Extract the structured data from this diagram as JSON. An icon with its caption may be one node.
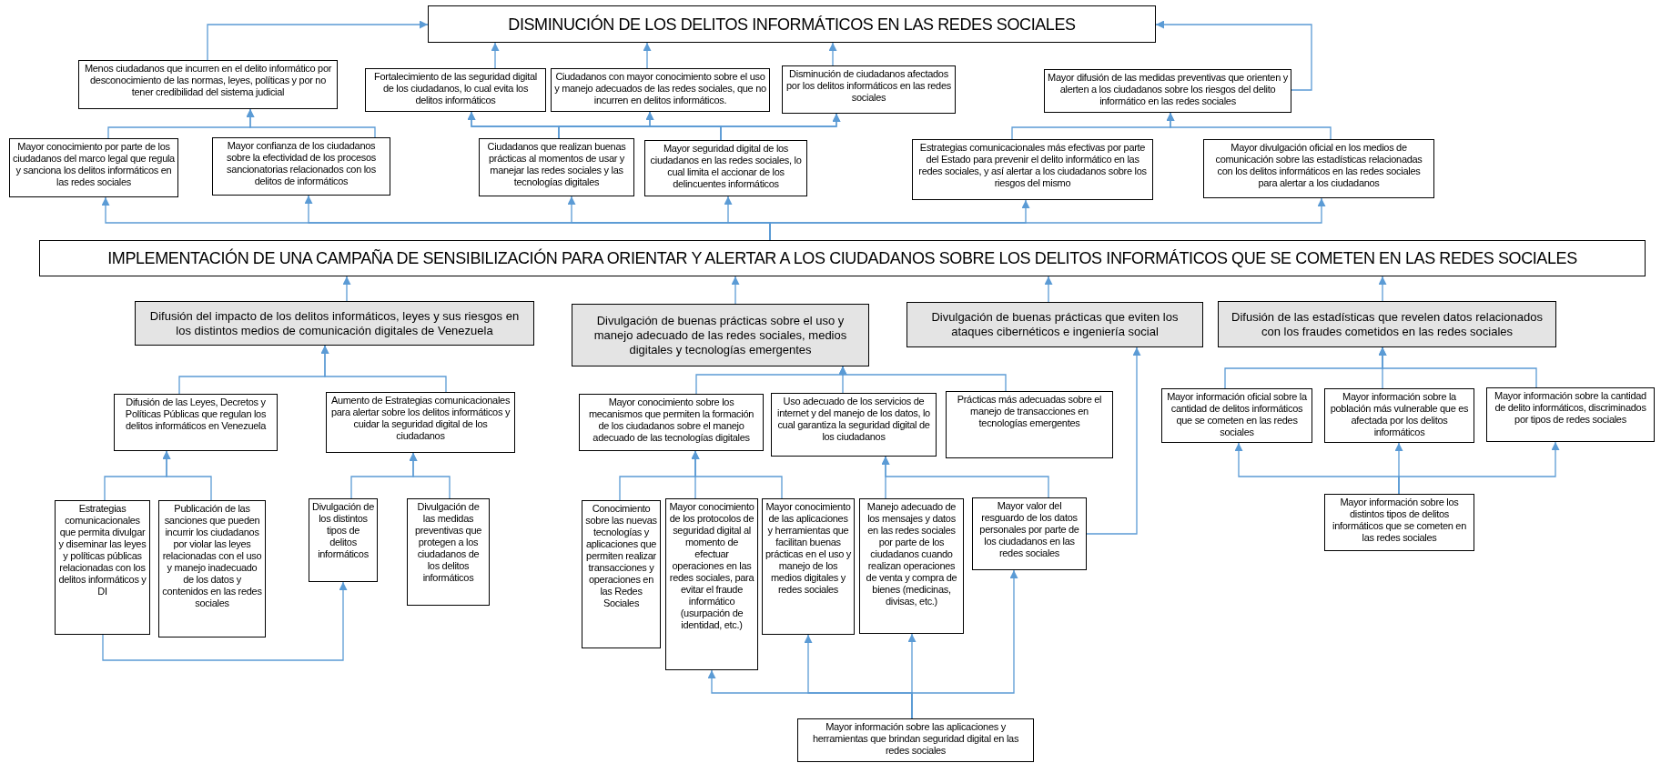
{
  "diagram": {
    "nodes": [
      {
        "text": [
          "DISMINUCIÓN DE LOS DELITOS INFORMÁTICOS EN LAS REDES SOCIALES"
        ]
      },
      {
        "text": [
          "Menos ciudadanos que incurren en el delito informático por desconocimiento de las normas, leyes, políticas y por no tener credibilidad del sistema judicial"
        ]
      },
      {
        "text": [
          "Fortalecimiento de las seguridad digital de los ciudadanos, lo cual evita los delitos informáticos"
        ]
      },
      {
        "text": [
          "Ciudadanos con mayor conocimiento sobre el uso y manejo adecuados de las redes sociales, que no incurren en delitos informáticos."
        ]
      },
      {
        "text": [
          "Disminución de ciudadanos afectados por los delitos informáticos en las redes sociales"
        ]
      },
      {
        "text": [
          "Mayor difusión de las medidas preventivas que orienten y alerten a los ciudadanos sobre los riesgos del delito informático en las redes sociales"
        ]
      },
      {
        "text": [
          "Mayor conocimiento por parte de los ciudadanos del marco legal que regula y sanciona los delitos informáticos en las redes sociales"
        ]
      },
      {
        "text": [
          "Mayor confianza de los ciudadanos sobre la efectividad de los procesos sancionatorias relacionados con los delitos de informáticos"
        ]
      },
      {
        "text": [
          "Ciudadanos que realizan buenas prácticas al momentos de usar y manejar las redes sociales y las tecnologías digitales"
        ]
      },
      {
        "text": [
          "Mayor seguridad digital de los ciudadanos en las redes sociales, lo cual limita el accionar de los delincuentes informáticos"
        ]
      },
      {
        "text": [
          "Estrategias comunicacionales más efectivas por parte del Estado para prevenir el delito informático en las redes sociales, y así alertar a los ciudadanos sobre los riesgos del mismo"
        ]
      },
      {
        "text": [
          "Mayor divulgación oficial en los medios de comunicación sobre las estadísticas relacionadas con los delitos informáticos en las redes sociales para alertar a los ciudadanos"
        ]
      },
      {
        "text": [
          "IMPLEMENTACIÓN DE UNA CAMPAÑA DE SENSIBILIZACIÓN PARA ORIENTAR Y ALERTAR A LOS CIUDADANOS SOBRE LOS DELITOS INFORMÁTICOS QUE SE COMETEN EN LAS REDES SOCIALES"
        ]
      },
      {
        "text": [
          "Difusión del impacto de los delitos informáticos, leyes y sus riesgos en los distintos medios de comunicación digitales de Venezuela"
        ]
      },
      {
        "text": [
          "Divulgación de buenas prácticas sobre el uso y manejo adecuado de las redes sociales, medios digitales y tecnologías emergentes"
        ]
      },
      {
        "text": [
          "Divulgación de buenas prácticas que eviten los ataques cibernéticos e ingeniería social"
        ]
      },
      {
        "text": [
          "Difusión de las estadísticas que revelen datos relacionados con los fraudes cometidos en las redes sociales"
        ]
      },
      {
        "text": [
          "Difusión de las Leyes, Decretos y Políticas Públicas que regulan los delitos informáticos en Venezuela"
        ]
      },
      {
        "text": [
          "Aumento de Estrategias comunicacionales para alertar sobre los delitos informáticos y cuidar la seguridad digital de los ciudadanos"
        ]
      },
      {
        "text": [
          "Estrategias comunicacionales que permita divulgar y diseminar las leyes y políticas públicas relacionadas con los delitos informáticos y DI"
        ]
      },
      {
        "text": [
          "Publicación de las sanciones que pueden incurrir los ciudadanos por violar las leyes relacionadas con el uso y manejo inadecuado de los datos y contenidos en las redes sociales"
        ]
      },
      {
        "text": [
          "Divulgación de los distintos tipos de delitos informáticos"
        ]
      },
      {
        "text": [
          "Divulgación de las medidas preventivas que protegen a los ciudadanos de los delitos informáticos"
        ]
      },
      {
        "text": [
          "Mayor conocimiento sobre los mecanismos que permiten la formación de los ciudadanos sobre el manejo adecuado de las tecnologías digitales"
        ]
      },
      {
        "text": [
          "Uso adecuado de los servicios de internet y del manejo de los datos, lo cual garantiza la seguridad digital de los ciudadanos"
        ]
      },
      {
        "text": [
          "Prácticas más adecuadas sobre el manejo de transacciones en tecnologías emergentes"
        ]
      },
      {
        "text": [
          "Conocimiento sobre las nuevas tecnologías y aplicaciones que permiten realizar transacciones y operaciones en las Redes Sociales"
        ]
      },
      {
        "text": [
          "Mayor conocimiento de los protocolos de seguridad digital al momento de efectuar operaciones en las redes sociales, para evitar el fraude informático (usurpación de identidad, etc.)"
        ]
      },
      {
        "text": [
          "Mayor conocimiento de las aplicaciones y herramientas que facilitan buenas prácticas en el uso y manejo de los medios digitales y redes sociales"
        ]
      },
      {
        "text": [
          "Manejo adecuado de los mensajes y datos en las redes sociales por parte de los ciudadanos cuando realizan operaciones de venta y compra de bienes (medicinas, divisas, etc.)"
        ]
      },
      {
        "text": [
          "Mayor valor del resguardo de los datos personales por parte de los ciudadanos en las redes sociales"
        ]
      },
      {
        "text": [
          "Mayor información sobre las aplicaciones y herramientas que brindan seguridad digital en las redes sociales"
        ]
      },
      {
        "text": [
          "Mayor información oficial sobre la cantidad de delitos informáticos que se cometen en las redes sociales"
        ]
      },
      {
        "text": [
          "Mayor información sobre la población más vulnerable que es afectada por los delitos informáticos"
        ]
      },
      {
        "text": [
          "Mayor información sobre la cantidad de delito informáticos, discriminados por tipos de redes sociales"
        ]
      },
      {
        "text": [
          "Mayor información sobre los distintos tipos de delitos informáticos que se cometen en las redes sociales"
        ]
      }
    ],
    "edges": [
      {
        "from": 1,
        "to": 0,
        "arrow": "to"
      },
      {
        "from": 2,
        "to": 0,
        "arrow": "to"
      },
      {
        "from": 3,
        "to": 0,
        "arrow": "to"
      },
      {
        "from": 4,
        "to": 0,
        "arrow": "to"
      },
      {
        "from": 5,
        "to": 0,
        "arrow": "to"
      },
      {
        "from": 6,
        "to": 1,
        "arrow": "to"
      },
      {
        "from": 7,
        "to": 1,
        "arrow": "to"
      },
      {
        "from": 8,
        "to": 2,
        "arrow": "to"
      },
      {
        "from": 8,
        "to": 3,
        "arrow": "to"
      },
      {
        "from": 8,
        "to": 4,
        "arrow": "to"
      },
      {
        "from": 9,
        "to": 2,
        "arrow": "to"
      },
      {
        "from": 9,
        "to": 3,
        "arrow": "to"
      },
      {
        "from": 9,
        "to": 4,
        "arrow": "to"
      },
      {
        "from": 10,
        "to": 5,
        "arrow": "to"
      },
      {
        "from": 11,
        "to": 5,
        "arrow": "to"
      },
      {
        "from": 12,
        "to": 6,
        "arrow": "to"
      },
      {
        "from": 12,
        "to": 7,
        "arrow": "to"
      },
      {
        "from": 12,
        "to": 8,
        "arrow": "to"
      },
      {
        "from": 12,
        "to": 9,
        "arrow": "to"
      },
      {
        "from": 12,
        "to": 10,
        "arrow": "to"
      },
      {
        "from": 12,
        "to": 11,
        "arrow": "to"
      },
      {
        "from": 13,
        "to": 12,
        "arrow": "to"
      },
      {
        "from": 14,
        "to": 12,
        "arrow": "to"
      },
      {
        "from": 15,
        "to": 12,
        "arrow": "to"
      },
      {
        "from": 16,
        "to": 12,
        "arrow": "to"
      },
      {
        "from": 17,
        "to": 13,
        "arrow": "to"
      },
      {
        "from": 18,
        "to": 13,
        "arrow": "to"
      },
      {
        "from": 19,
        "to": 17,
        "arrow": "to"
      },
      {
        "from": 20,
        "to": 17,
        "arrow": "to"
      },
      {
        "from": 21,
        "to": 18,
        "arrow": "to"
      },
      {
        "from": 22,
        "to": 18,
        "arrow": "to"
      },
      {
        "from": 19,
        "to": 21,
        "arrow": "to"
      },
      {
        "from": 23,
        "to": 14,
        "arrow": "to"
      },
      {
        "from": 24,
        "to": 14,
        "arrow": "to"
      },
      {
        "from": 25,
        "to": 14,
        "arrow": "to"
      },
      {
        "from": 26,
        "to": 23,
        "arrow": "to"
      },
      {
        "from": 27,
        "to": 23,
        "arrow": "to"
      },
      {
        "from": 28,
        "to": 23,
        "arrow": "to"
      },
      {
        "from": 29,
        "to": 24,
        "arrow": "to"
      },
      {
        "from": 30,
        "to": 24,
        "arrow": "to"
      },
      {
        "from": 30,
        "to": 15,
        "arrow": "to"
      },
      {
        "from": 31,
        "to": 27,
        "arrow": "to"
      },
      {
        "from": 31,
        "to": 28,
        "arrow": "to"
      },
      {
        "from": 31,
        "to": 29,
        "arrow": "to"
      },
      {
        "from": 31,
        "to": 30,
        "arrow": "to"
      },
      {
        "from": 32,
        "to": 16,
        "arrow": "to"
      },
      {
        "from": 33,
        "to": 16,
        "arrow": "to"
      },
      {
        "from": 34,
        "to": 16,
        "arrow": "to"
      },
      {
        "from": 35,
        "to": 32,
        "arrow": "to"
      },
      {
        "from": 35,
        "to": 33,
        "arrow": "to"
      },
      {
        "from": 35,
        "to": 34,
        "arrow": "to"
      }
    ]
  }
}
